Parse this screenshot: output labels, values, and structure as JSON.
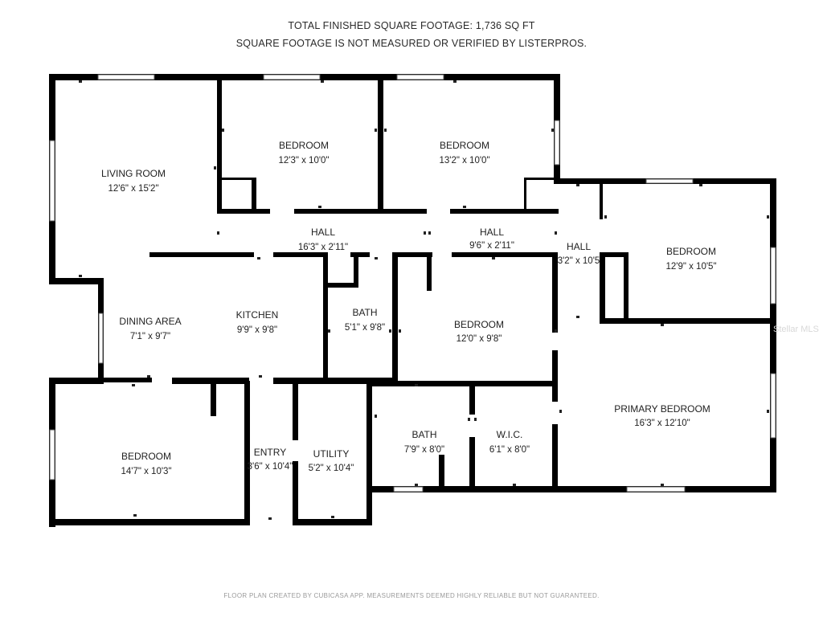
{
  "header": {
    "line1": "TOTAL FINISHED SQUARE FOOTAGE: 1,736 SQ FT",
    "line2": "SQUARE FOOTAGE IS NOT MEASURED OR VERIFIED BY LISTERPROS."
  },
  "footer": "FLOOR PLAN CREATED BY CUBICASA APP. MEASUREMENTS DEEMED HIGHLY RELIABLE BUT NOT GUARANTEED.",
  "watermark": "Stellar MLS",
  "rooms": {
    "living_room": {
      "name": "LIVING ROOM",
      "dims": "12'6\" x 15'2\""
    },
    "bedroom_1": {
      "name": "BEDROOM",
      "dims": "12'3\" x 10'0\""
    },
    "bedroom_2": {
      "name": "BEDROOM",
      "dims": "13'2\" x 10'0\""
    },
    "bedroom_3": {
      "name": "BEDROOM",
      "dims": "12'9\" x 10'5\""
    },
    "hall_1": {
      "name": "HALL",
      "dims": "16'3\" x 2'11\""
    },
    "hall_2": {
      "name": "HALL",
      "dims": "9'6\" x 2'11\""
    },
    "hall_3": {
      "name": "HALL",
      "dims": "3'2\" x 10'5"
    },
    "dining_area": {
      "name": "DINING AREA",
      "dims": "7'1\" x 9'7\""
    },
    "kitchen": {
      "name": "KITCHEN",
      "dims": "9'9\" x 9'8\""
    },
    "bath_1": {
      "name": "BATH",
      "dims": "5'1\" x 9'8\""
    },
    "bedroom_4": {
      "name": "BEDROOM",
      "dims": "12'0\" x 9'8\""
    },
    "bedroom_5": {
      "name": "BEDROOM",
      "dims": "14'7\" x 10'3\""
    },
    "entry": {
      "name": "ENTRY",
      "dims": "3'6\" x 10'4\""
    },
    "utility": {
      "name": "UTILITY",
      "dims": "5'2\" x 10'4\""
    },
    "bath_2": {
      "name": "BATH",
      "dims": "7'9\" x 8'0\""
    },
    "wic": {
      "name": "W.I.C.",
      "dims": "6'1\" x 8'0\""
    },
    "primary_bedroom": {
      "name": "PRIMARY BEDROOM",
      "dims": "16'3\" x 12'10\""
    }
  }
}
